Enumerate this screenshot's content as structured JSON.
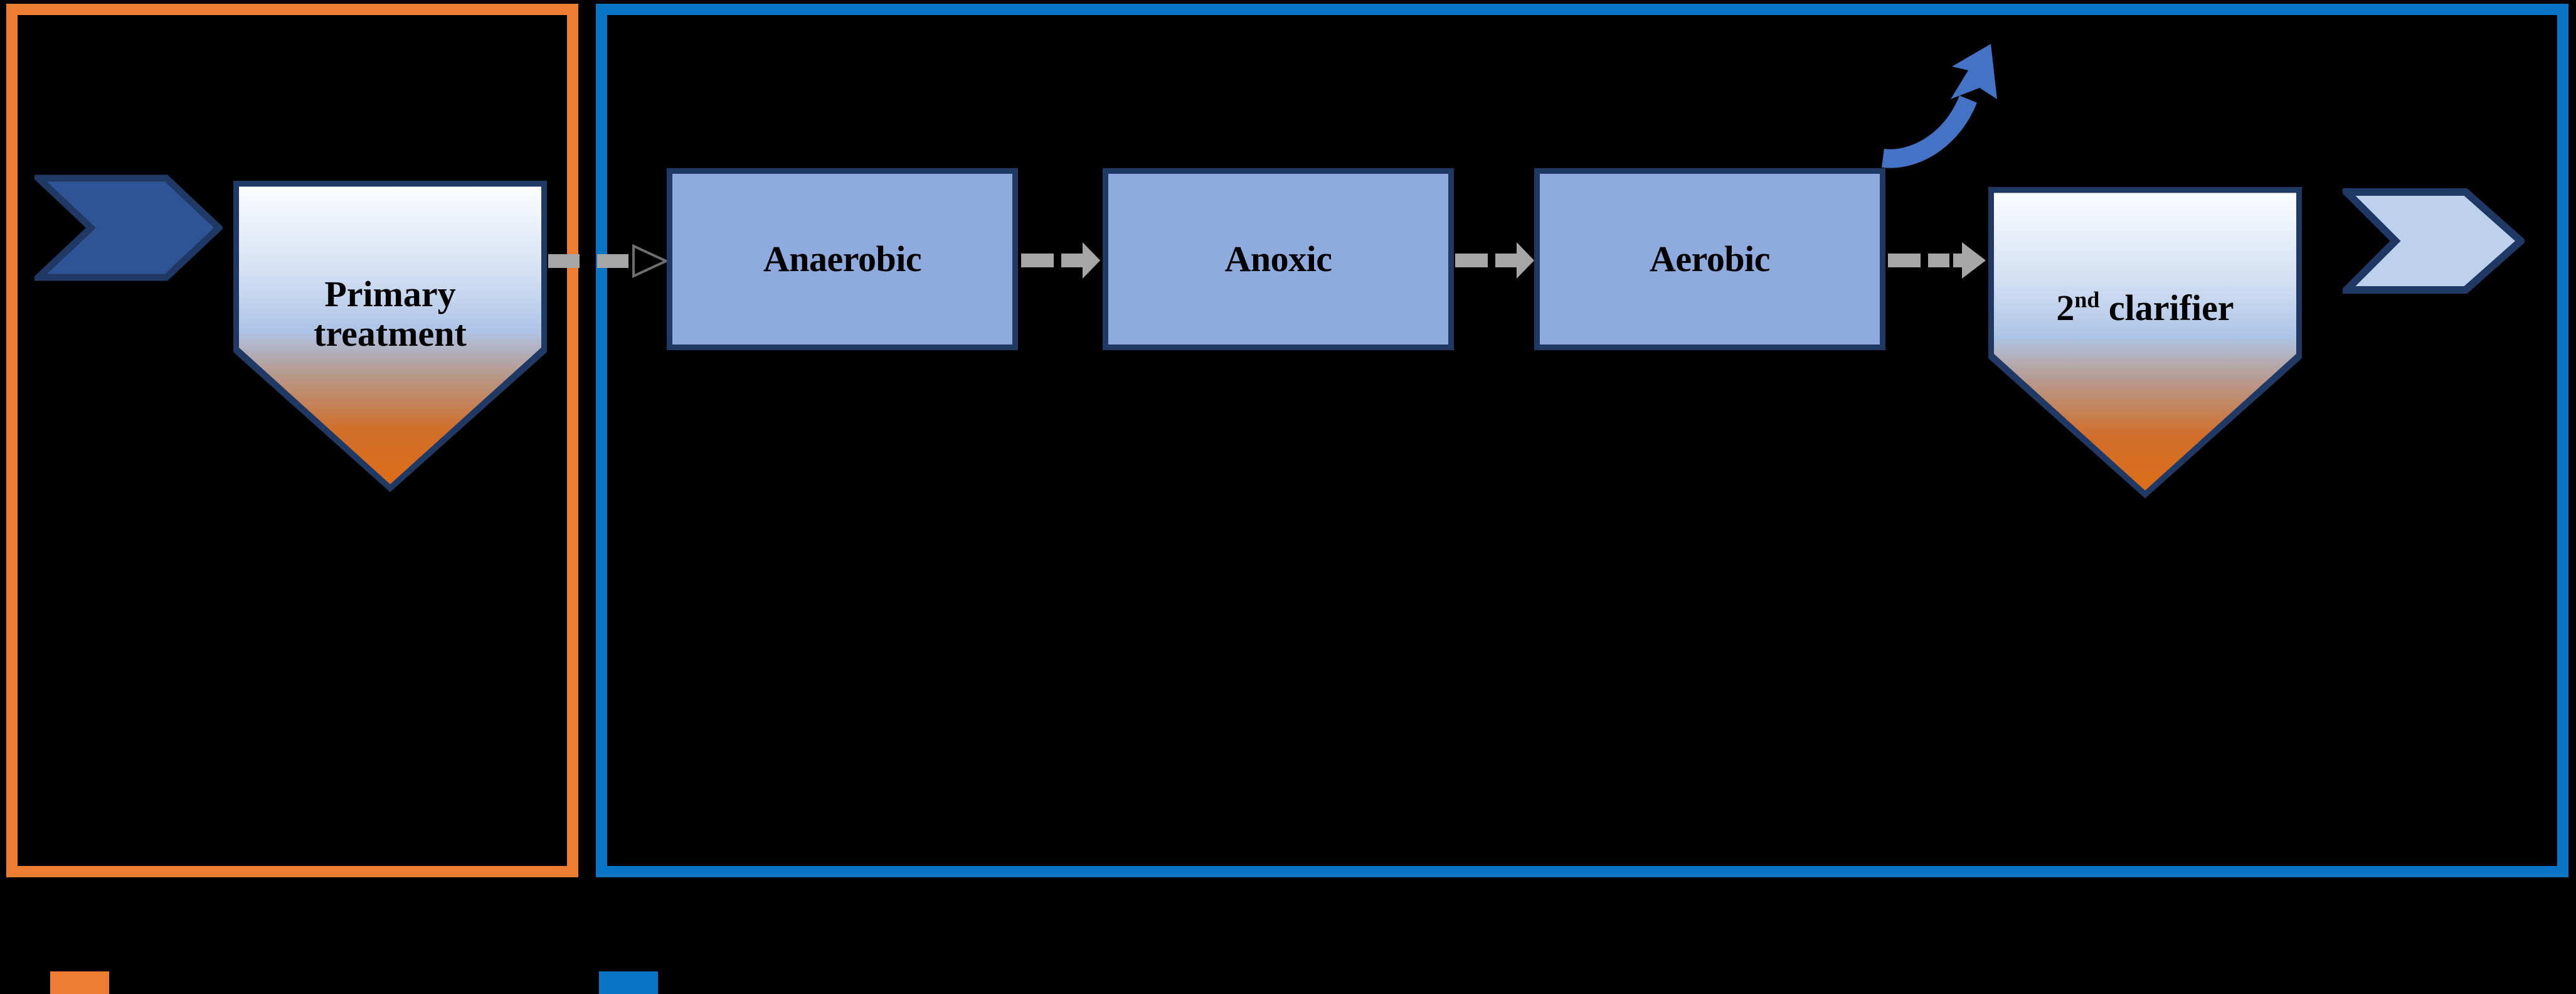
{
  "diagram": {
    "title": "Wastewater treatment process flow (A2O / anaerobic-anoxic-aerobic)",
    "background_color": "#000000"
  },
  "frames": [
    {
      "name": "primary-treatment-zone",
      "color": "#ED7D31",
      "label": ""
    },
    {
      "name": "biological-treatment-zone",
      "color": "#0A74C4",
      "label": ""
    }
  ],
  "nodes": {
    "primary_treatment": {
      "label": "Primary treatment",
      "line1": "Primary",
      "line2": "treatment",
      "shape": "pentagon-settler",
      "fill_top": "#FCFDFF",
      "fill_bottom": "#DE6E16",
      "border_color": "#1F3864"
    },
    "anaerobic": {
      "label": "Anaerobic",
      "shape": "rectangle",
      "fill": "#8FAADC",
      "border_color": "#1F3864"
    },
    "anoxic": {
      "label": "Anoxic",
      "shape": "rectangle",
      "fill": "#8FAADC",
      "border_color": "#1F3864"
    },
    "aerobic": {
      "label": "Aerobic",
      "shape": "rectangle",
      "fill": "#8FAADC",
      "border_color": "#1F3864"
    },
    "second_clarifier": {
      "label": "2nd clarifier",
      "number": "2",
      "ordinal_suffix": "nd",
      "rest": " clarifier",
      "shape": "pentagon-settler",
      "fill_top": "#FCFDFF",
      "fill_bottom": "#DE6E16",
      "border_color": "#1F3864"
    }
  },
  "arrows": {
    "influent": {
      "name": "influent-chevron",
      "color": "#2E5496",
      "border_color": "#1F3864",
      "label": ""
    },
    "effluent": {
      "name": "effluent-chevron",
      "color": "#BDD0EC",
      "border_color": "#1F3864",
      "label": ""
    },
    "dashed_color": "#A6A6A6",
    "recycle": {
      "name": "aeration-offgas-arrow",
      "color": "#4472C4",
      "label": ""
    },
    "connectors": [
      {
        "from": "primary_treatment",
        "to": "anaerobic",
        "style": "dashed-open-head"
      },
      {
        "from": "anaerobic",
        "to": "anoxic",
        "style": "dashed-solid-head"
      },
      {
        "from": "anoxic",
        "to": "aerobic",
        "style": "dashed-solid-head"
      },
      {
        "from": "aerobic",
        "to": "second_clarifier",
        "style": "dashed-solid-head"
      }
    ]
  },
  "legend": {
    "items": [
      {
        "swatch_color": "#ED7D31",
        "label": ""
      },
      {
        "swatch_color": "#0A74C4",
        "label": ""
      }
    ]
  }
}
